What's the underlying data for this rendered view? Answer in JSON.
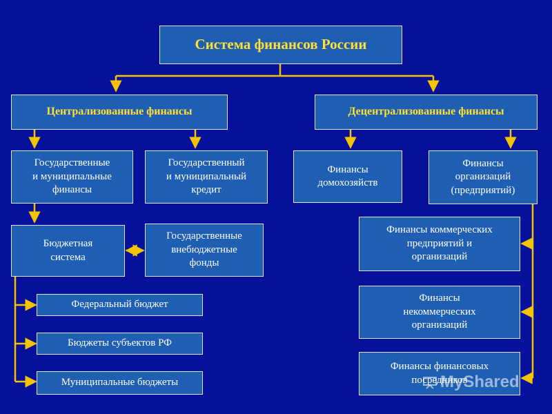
{
  "title": "Система финансов России",
  "centralized": {
    "label": "Централизованные финансы",
    "state_municipal_finance": "Государственные\nи муниципальные\nфинансы",
    "state_municipal_credit": "Государственный\nи муниципальный\nкредит",
    "budget_system": "Бюджетная\nсистема",
    "extrabudgetary_funds": "Государственные\nвнебюджетные\nфонды",
    "budgets": [
      "Федеральный бюджет",
      "Бюджеты субъектов РФ",
      "Муниципальные бюджеты"
    ]
  },
  "decentralized": {
    "label": "Децентрализованные финансы",
    "household_finance": "Финансы\nдомохозяйств",
    "organization_finance": "Финансы\nорганизаций\n(предприятий)",
    "subtypes": [
      "Финансы коммерческих\nпредприятий и\nорганизаций",
      "Финансы\nнекоммерческих\nорганизаций",
      "Финансы финансовых\nпосредников"
    ]
  },
  "watermark": "MyShared",
  "colors": {
    "background": "#06109a",
    "box_fill": "#1f5fb3",
    "title_text": "#ffe033",
    "connector": "#f5c400"
  }
}
